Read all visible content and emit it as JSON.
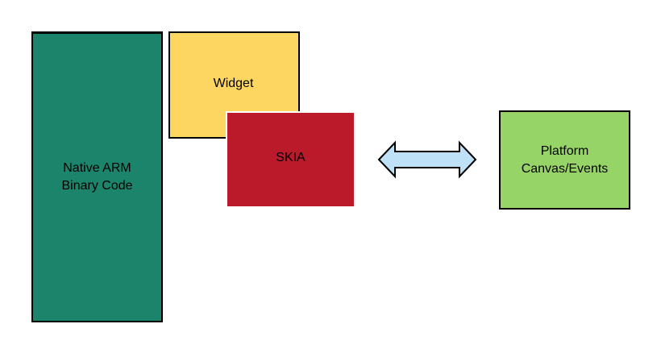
{
  "diagram": {
    "nodes": {
      "native": {
        "label": "Native ARM\nBinary Code",
        "color": "#1c846a"
      },
      "widget": {
        "label": "Widget",
        "color": "#fdd661"
      },
      "skia": {
        "label": "SKIA",
        "color": "#ba1a2a"
      },
      "platform": {
        "label": "Platform\nCanvas/Events",
        "color": "#97d468"
      }
    },
    "connectors": [
      {
        "from": "skia",
        "to": "platform",
        "type": "bidirectional-arrow",
        "color": "#bfe1f8"
      }
    ]
  }
}
